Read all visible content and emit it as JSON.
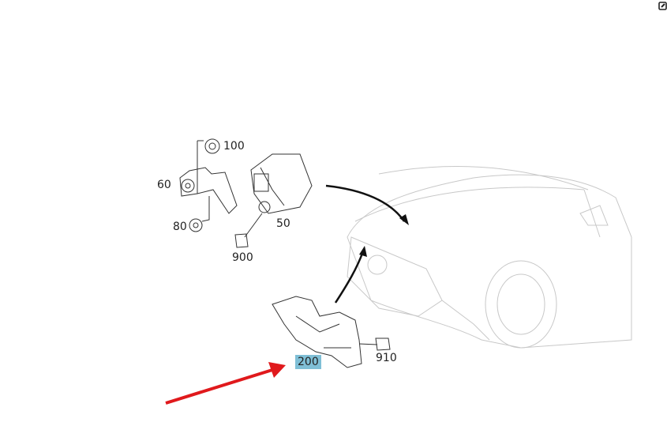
{
  "parts": [
    {
      "id": "100",
      "label": "100"
    },
    {
      "id": "60",
      "label": "60"
    },
    {
      "id": "80",
      "label": "80"
    },
    {
      "id": "50",
      "label": "50"
    },
    {
      "id": "900",
      "label": "900"
    },
    {
      "id": "200",
      "label": "200",
      "highlighted": true
    },
    {
      "id": "910",
      "label": "910"
    }
  ],
  "colors": {
    "highlight": "#7fbfd6",
    "arrow": "#e0191c",
    "line": "#333333"
  },
  "icons": {
    "corner": "edit-icon"
  }
}
